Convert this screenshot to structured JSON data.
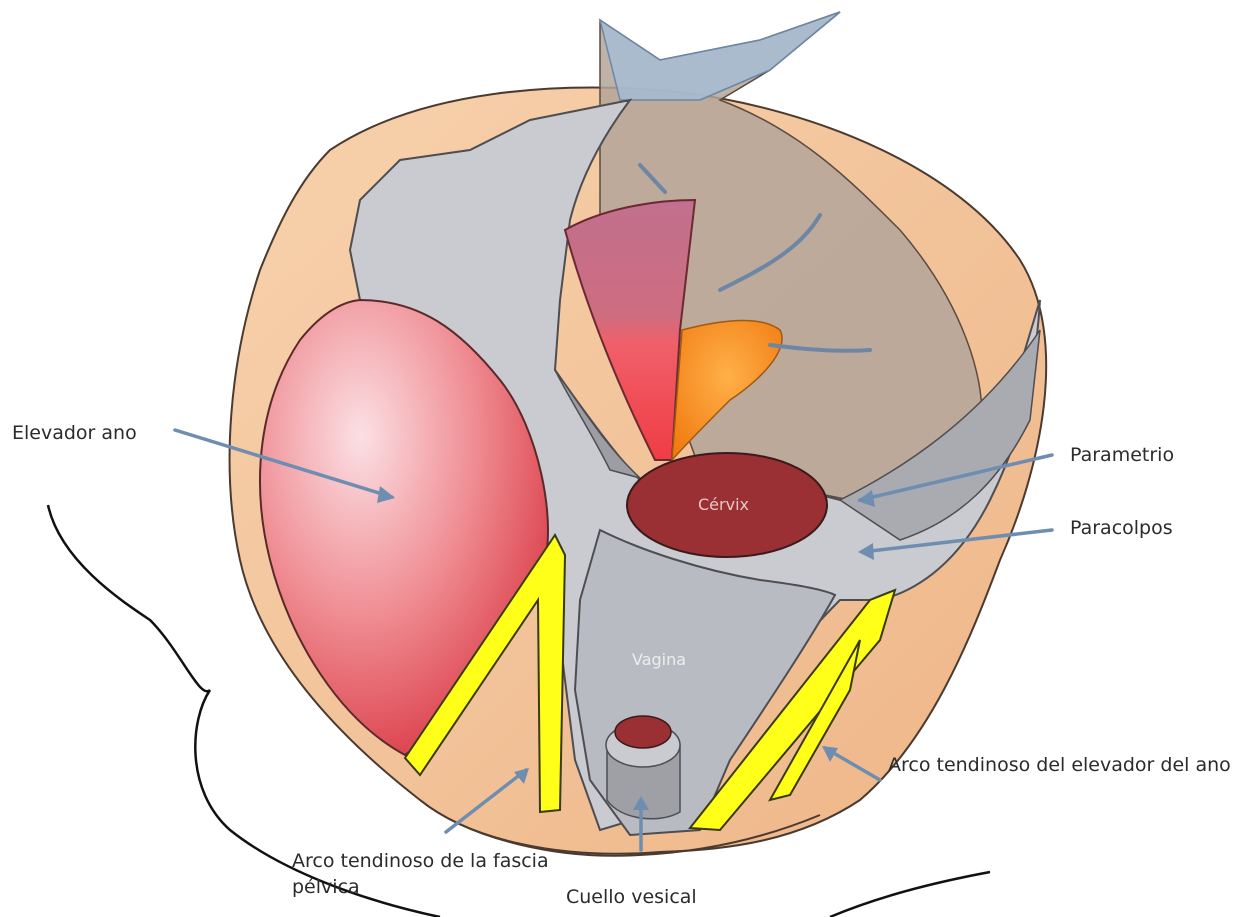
{
  "diagram": {
    "labels": {
      "levator": "Elevador ano",
      "parametrium": "Parametrio",
      "paracolpos": "Paracolpos",
      "arcus_levator": "Arco tendinoso del elevador del ano",
      "arcus_fascia": "Arco tendinoso de la fascia pélvica",
      "bladder_neck": "Cuello vesical"
    },
    "inner_labels": {
      "cervix": "Cérvix",
      "vagina": "Vagina"
    },
    "colors": {
      "skin": "#f3c49a",
      "fascia": "#c9cbd0",
      "uterus_overlay": "#a89a8a",
      "levator_muscle": "#e8606a",
      "cervix": "#9a2f34",
      "vagina": "#b9bbc2",
      "tendinous_arch": "#ffff1a",
      "pointer": "#6e8db0",
      "rectum": "#f28a22"
    }
  }
}
